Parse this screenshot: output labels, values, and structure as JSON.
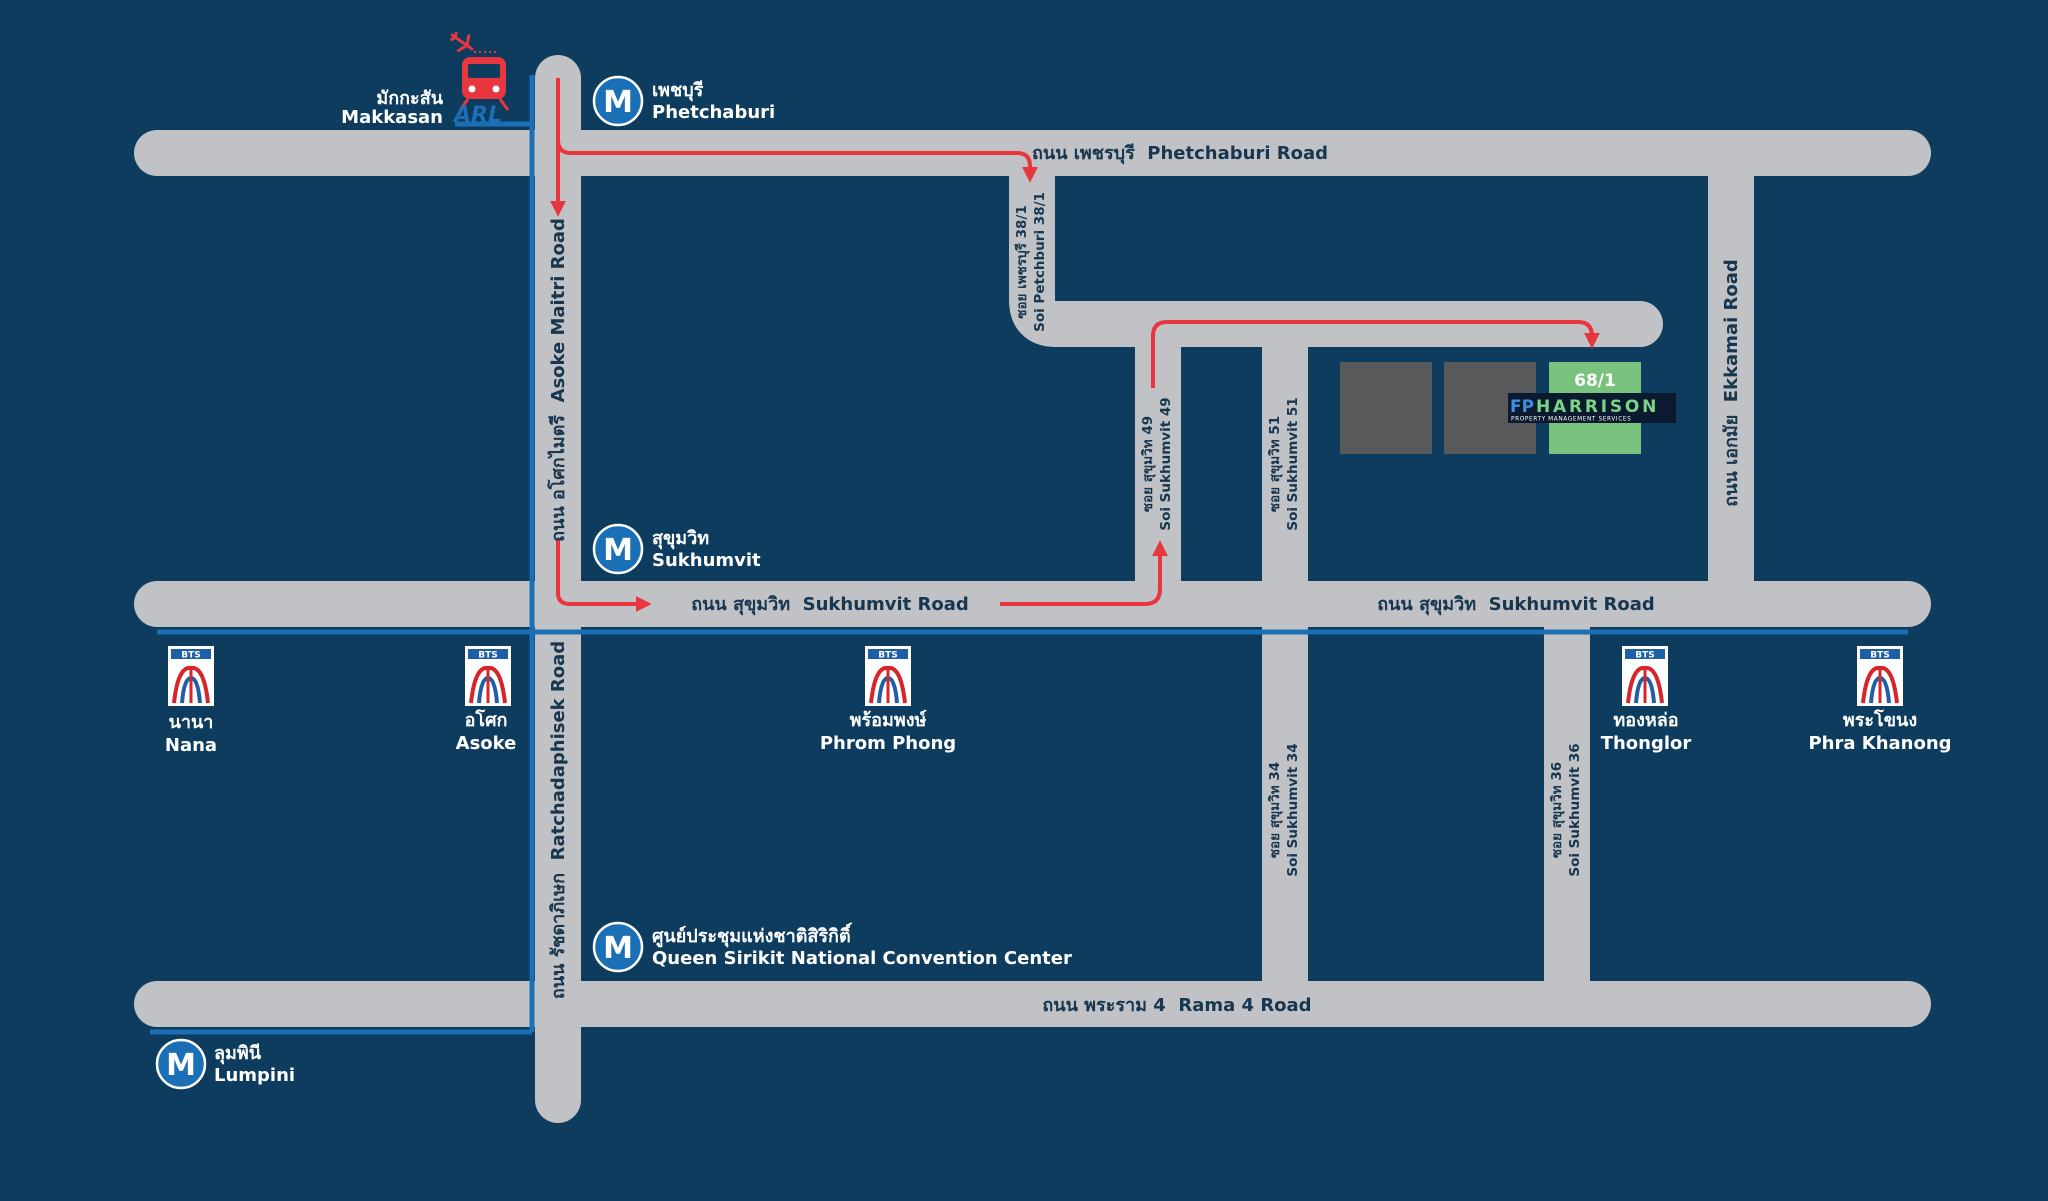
{
  "colors": {
    "background": "#0d3c5e",
    "road": "#c1c2c6",
    "route_arrow": "#e8363f",
    "transit_line": "#1b6fb5",
    "mrt_badge": "#1b6fb5",
    "bts_red": "#d6252c",
    "bts_blue": "#1e60a8",
    "building_other": "#58595b",
    "building_target": "#79c37f",
    "label_dark": "#17364f",
    "label_light": "#ffffff"
  },
  "roads": {
    "phetchaburi": "ถนน เพชรบุรี  Phetchaburi Road",
    "sukhumvit_west": "ถนน สุขุมวิท  Sukhumvit Road",
    "sukhumvit_east": "ถนน สุขุมวิท  Sukhumvit Road",
    "rama4": "ถนน พระราม 4  Rama 4 Road",
    "asoke_maitri": "ถนน อโศกไมตรี  Asoke Maitri Road",
    "ratchadaphisek": "ถนน รัชดาภิเษก  Ratchadaphisek Road",
    "ekkamai": "ถนน เอกมัย  Ekkamai Road",
    "soi_petchburi_38_1": [
      "ซอย เพชรบุรี 38/1",
      "Soi Petchburi 38/1"
    ],
    "soi_sukhumvit_49": [
      "ซอย สุขุมวิท 49",
      "Soi Sukhumvit 49"
    ],
    "soi_sukhumvit_51": [
      "ซอย สุขุมวิท 51",
      "Soi Sukhumvit 51"
    ],
    "soi_sukhumvit_34": [
      "ซอย สุขุมวิท 34",
      "Soi Sukhumvit 34"
    ],
    "soi_sukhumvit_36": [
      "ซอย สุขุมวิท 36",
      "Soi Sukhumvit 36"
    ]
  },
  "stations": {
    "mrt": [
      {
        "id": "phetchaburi",
        "icon": "mrt-icon",
        "letter": "M",
        "th": "เพชบุรี",
        "en": "Phetchaburi"
      },
      {
        "id": "sukhumvit",
        "icon": "mrt-icon",
        "letter": "M",
        "th": "สุขุมวิท",
        "en": "Sukhumvit"
      },
      {
        "id": "qsncc",
        "icon": "mrt-icon",
        "letter": "M",
        "th": "ศูนย์ประชุมแห่งชาติสิริกิติ์",
        "en": "Queen Sirikit National Convention Center"
      },
      {
        "id": "lumpini",
        "icon": "mrt-icon",
        "letter": "M",
        "th": "ลุมพินี",
        "en": "Lumpini"
      }
    ],
    "bts": [
      {
        "id": "nana",
        "icon": "bts-icon",
        "badge": "BTS",
        "th": "นานา",
        "en": "Nana"
      },
      {
        "id": "asoke",
        "icon": "bts-icon",
        "badge": "BTS",
        "th": "อโศก",
        "en": "Asoke"
      },
      {
        "id": "phrom_phong",
        "icon": "bts-icon",
        "badge": "BTS",
        "th": "พร้อมพงษ์",
        "en": "Phrom Phong"
      },
      {
        "id": "thonglor",
        "icon": "bts-icon",
        "badge": "BTS",
        "th": "ทองหล่อ",
        "en": "Thonglor"
      },
      {
        "id": "phra_khanong",
        "icon": "bts-icon",
        "badge": "BTS",
        "th": "พระโขนง",
        "en": "Phra Khanong"
      }
    ],
    "arl": {
      "id": "makkasan",
      "icon": "arl-train-icon",
      "logo": "ARL",
      "th": "มักกะสัน",
      "en": "Makkasan"
    }
  },
  "destination": {
    "address": "68/1",
    "logo_prefix": "FP",
    "logo_name": "HARRISON",
    "logo_tagline": "PROPERTY MANAGEMENT SERVICES"
  }
}
